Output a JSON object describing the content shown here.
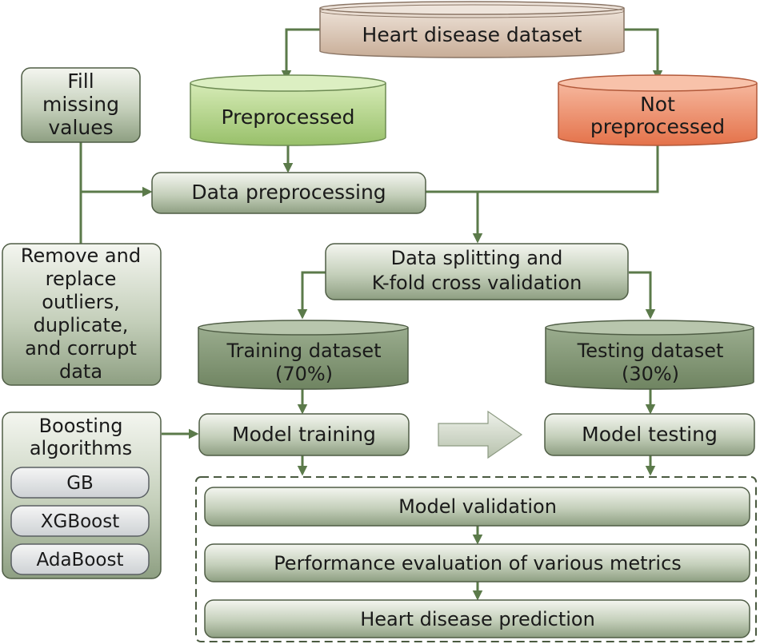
{
  "nodes": {
    "heart_dataset": "Heart disease dataset",
    "preprocessed": "Preprocessed",
    "not_preprocessed": [
      "Not",
      "preprocessed"
    ],
    "fill_missing": [
      "Fill",
      "missing",
      "values"
    ],
    "data_preprocessing": "Data preprocessing",
    "remove_outliers": [
      "Remove and",
      "replace",
      "outliers,",
      "duplicate,",
      "and corrupt",
      "data"
    ],
    "data_splitting": [
      "Data splitting and",
      "K-fold cross validation"
    ],
    "training_dataset": [
      "Training dataset",
      "(70%)"
    ],
    "testing_dataset": [
      "Testing dataset",
      "(30%)"
    ],
    "boosting": [
      "Boosting",
      "algorithms"
    ],
    "algorithms": [
      "GB",
      "XGBoost",
      "AdaBoost"
    ],
    "model_training": "Model training",
    "model_testing": "Model testing",
    "model_validation": "Model validation",
    "performance_eval": "Performance evaluation of various metrics",
    "heart_prediction": "Heart disease prediction"
  },
  "colors": {
    "line": "#5b7a4a",
    "box_top": "#f2f4ee",
    "box_bottom": "#8e9f82",
    "heart_cyl": "#d2bfae",
    "preprocessed_cyl": "#a8c97e",
    "not_preprocessed_cyl": "#e9855f"
  }
}
